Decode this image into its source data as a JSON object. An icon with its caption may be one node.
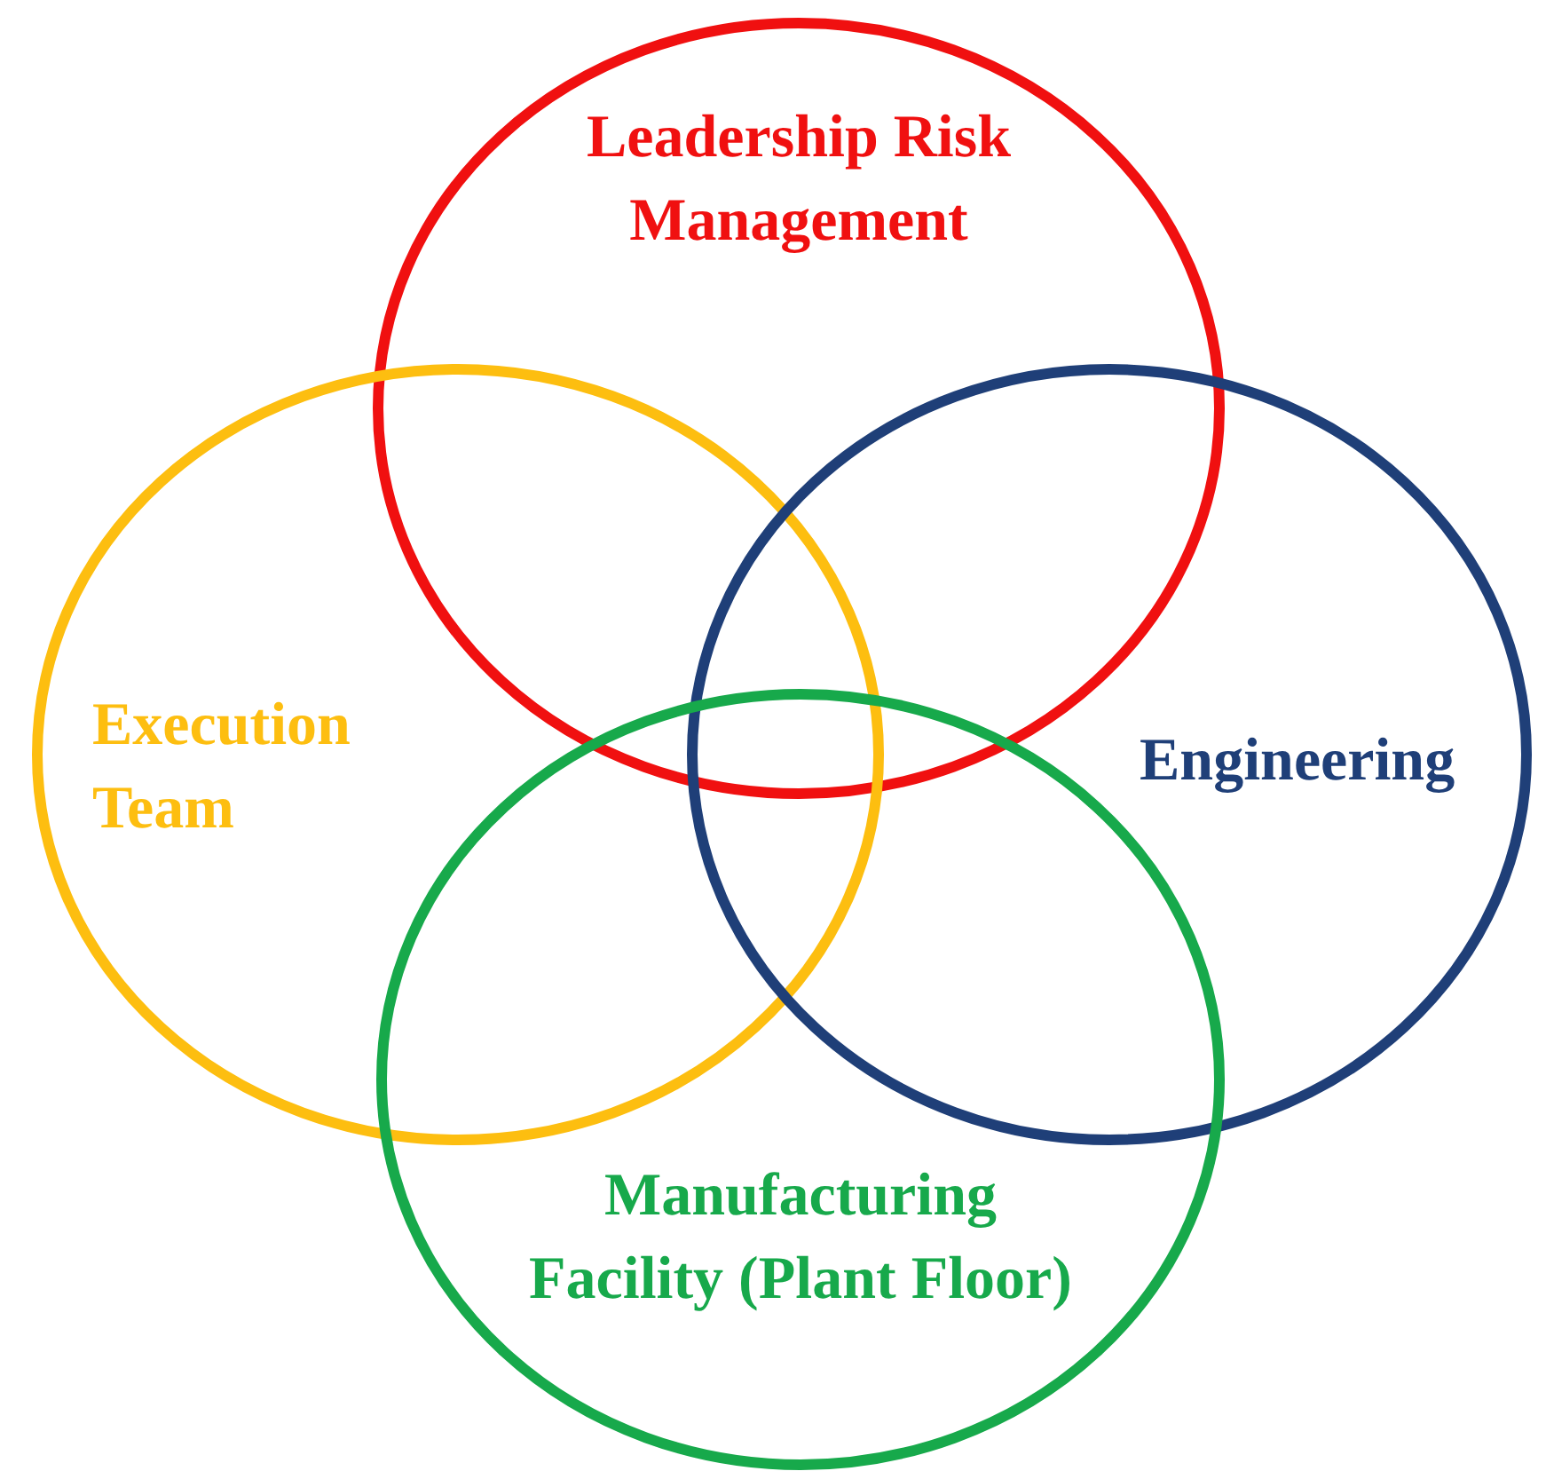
{
  "diagram": {
    "nodes": [
      {
        "text": [
          "Leadership Risk Management"
        ]
      },
      {
        "text": [
          "Execution Team"
        ]
      },
      {
        "text": [
          "Engineering"
        ]
      },
      {
        "text": [
          "Manufacturing Facility (Plant Floor)"
        ]
      }
    ]
  }
}
